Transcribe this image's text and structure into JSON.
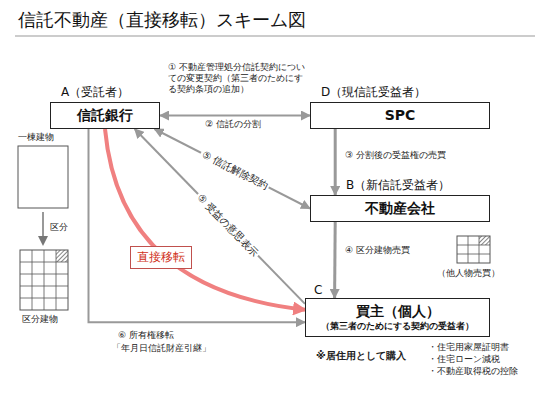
{
  "diagram": {
    "title": "信託不動産（直接移転）スキーム図",
    "nodes": [
      {
        "text": [
          "A（受託者）",
          "信託銀行"
        ]
      },
      {
        "text": [
          "D（現信託受益者）",
          "SPC"
        ]
      },
      {
        "text": [
          "B（新信託受益者）",
          "不動産会社"
        ]
      },
      {
        "text": [
          "C",
          "買主（個人）",
          "（第三者のためにする契約の受益者）"
        ]
      },
      {
        "text": [
          "直接移転"
        ]
      }
    ],
    "edges": [
      {
        "from": 0,
        "to": 1,
        "arrow": "both",
        "label": "① 不動産管理処分信託契約についての変更契約（第三者のためにする契約条項の追加）"
      },
      {
        "from": 1,
        "to": 2,
        "arrow": "to",
        "label": "③ 分割後の受益権の売買"
      },
      {
        "from": 2,
        "to": 3,
        "arrow": "to",
        "label": "④ 区分建物売買"
      },
      {
        "from": 0,
        "to": 2,
        "arrow": "both",
        "label": "⑤ 信託解除契約"
      },
      {
        "from": 3,
        "to": 0,
        "arrow": "to",
        "label": "⑤ 受益の意思表示"
      },
      {
        "from": 0,
        "to": 3,
        "arrow": "to"
      },
      {
        "from": 0,
        "to": 3,
        "arrow": "to",
        "label": "⑥ 所有権移転"
      }
    ],
    "labels": [
      "一棟建物",
      "区分",
      "区分建物",
      "② 信託の分割",
      "（他人物売買）",
      "「年月日信託財産引継」",
      "※居住用として購入",
      "・住宅用家屋証明書",
      "・住宅ローン減税",
      "・不動産取得税の控除"
    ]
  }
}
